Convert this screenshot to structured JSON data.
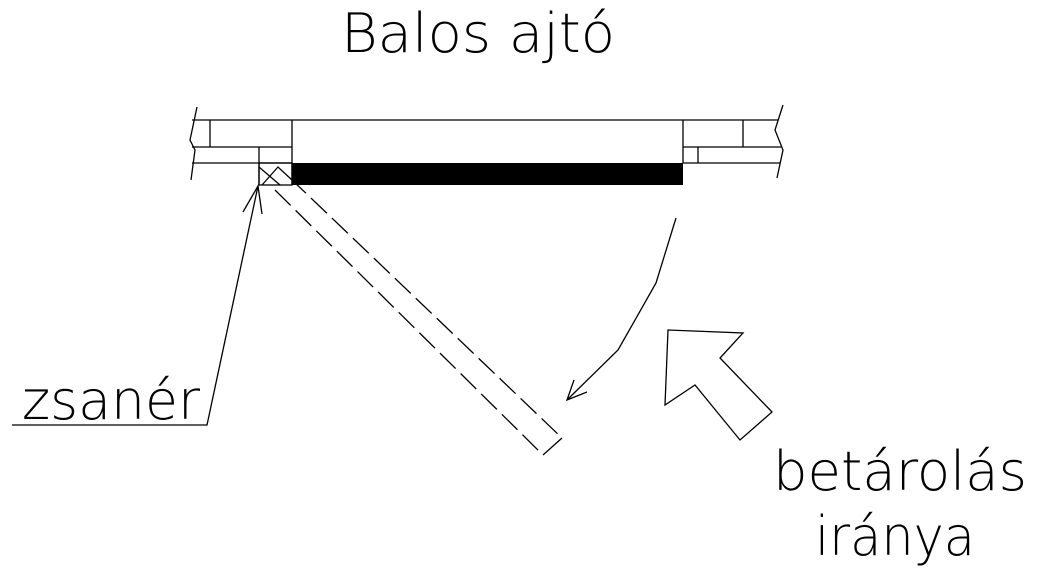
{
  "title": "Balos ajtó",
  "labels": {
    "hinge": "zsanér",
    "direction_line1": "betárolás",
    "direction_line2": "iránya"
  },
  "colors": {
    "stroke": "#000000",
    "background": "#ffffff"
  }
}
